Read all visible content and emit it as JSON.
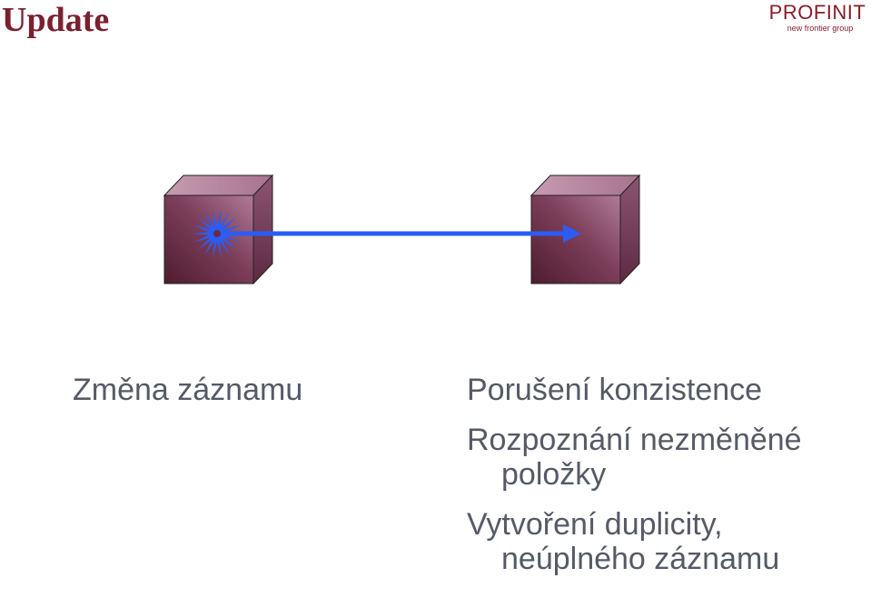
{
  "title": "Update",
  "logo": {
    "word": "PROFINIT",
    "tagline": "new frontier group"
  },
  "colors": {
    "title": "#7a2130",
    "logo": "#8a1c2b",
    "cube_front_dark": "#5a2236",
    "cube_front_light": "#a36a86",
    "cube_side": "#6f3550",
    "cube_top": "#b98aa3",
    "arrow": "#2b5cf6",
    "text": "#555a66"
  },
  "diagram": {
    "left_cube_icon": "burst-icon",
    "right_cube_icon": "",
    "connector": "arrow-right"
  },
  "caption_left": "Změna záznamu",
  "effects": [
    {
      "line1": "Porušení konzistence",
      "line2": ""
    },
    {
      "line1": "Rozpoznání nezměněné",
      "line2": "položky"
    },
    {
      "line1": "Vytvoření duplicity,",
      "line2": "neúplného záznamu"
    }
  ]
}
